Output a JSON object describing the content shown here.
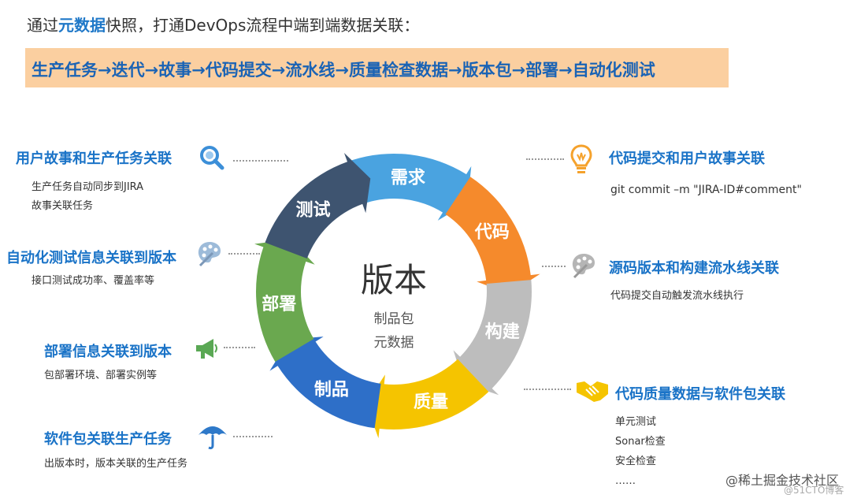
{
  "headline": {
    "part1": "通过",
    "em": "元数据",
    "part2": "快照，打通DevOps流程中端到端数据关联："
  },
  "banner": "生产任务→迭代→故事→代码提交→流水线→质量检查数据→版本包→部署→自动化测试",
  "ring": {
    "segments": [
      "需求",
      "代码",
      "构建",
      "质量",
      "制品",
      "部署",
      "测试"
    ],
    "center_title": "版本",
    "center_sub1": "制品包",
    "center_sub2": "元数据",
    "colors": [
      "#4aa3e0",
      "#f58a2c",
      "#bdbdbd",
      "#f5c400",
      "#2e6fc8",
      "#6aa84f",
      "#3e5470"
    ]
  },
  "left": [
    {
      "title": "用户故事和生产任务关联",
      "lines": [
        "生产任务自动同步到JIRA",
        "故事关联任务"
      ],
      "icon": "magnifier-icon"
    },
    {
      "title": "自动化测试信息关联到版本",
      "lines": [
        "接口测试成功率、覆盖率等"
      ],
      "icon": "palette-icon"
    },
    {
      "title": "部署信息关联到版本",
      "lines": [
        "包部署环境、部署实例等"
      ],
      "icon": "megaphone-icon"
    },
    {
      "title": "软件包关联生产任务",
      "lines": [
        "出版本时，版本关联的生产任务"
      ],
      "icon": "umbrella-icon"
    }
  ],
  "right": [
    {
      "title": "代码提交和用户故事关联",
      "lines": [
        "git commit –m  \"JIRA-ID#comment\""
      ],
      "icon": "lightbulb-icon"
    },
    {
      "title": "源码版本和构建流水线关联",
      "lines": [
        "代码提交自动触发流水线执行"
      ],
      "icon": "palette-icon"
    },
    {
      "title": "代码质量数据与软件包关联",
      "lines": [
        "单元测试",
        "Sonar检查",
        "安全检查",
        "……"
      ],
      "icon": "handshake-icon"
    }
  ],
  "watermark": {
    "main": "@稀土掘金技术社区",
    "sub": "@51CTO博客"
  }
}
